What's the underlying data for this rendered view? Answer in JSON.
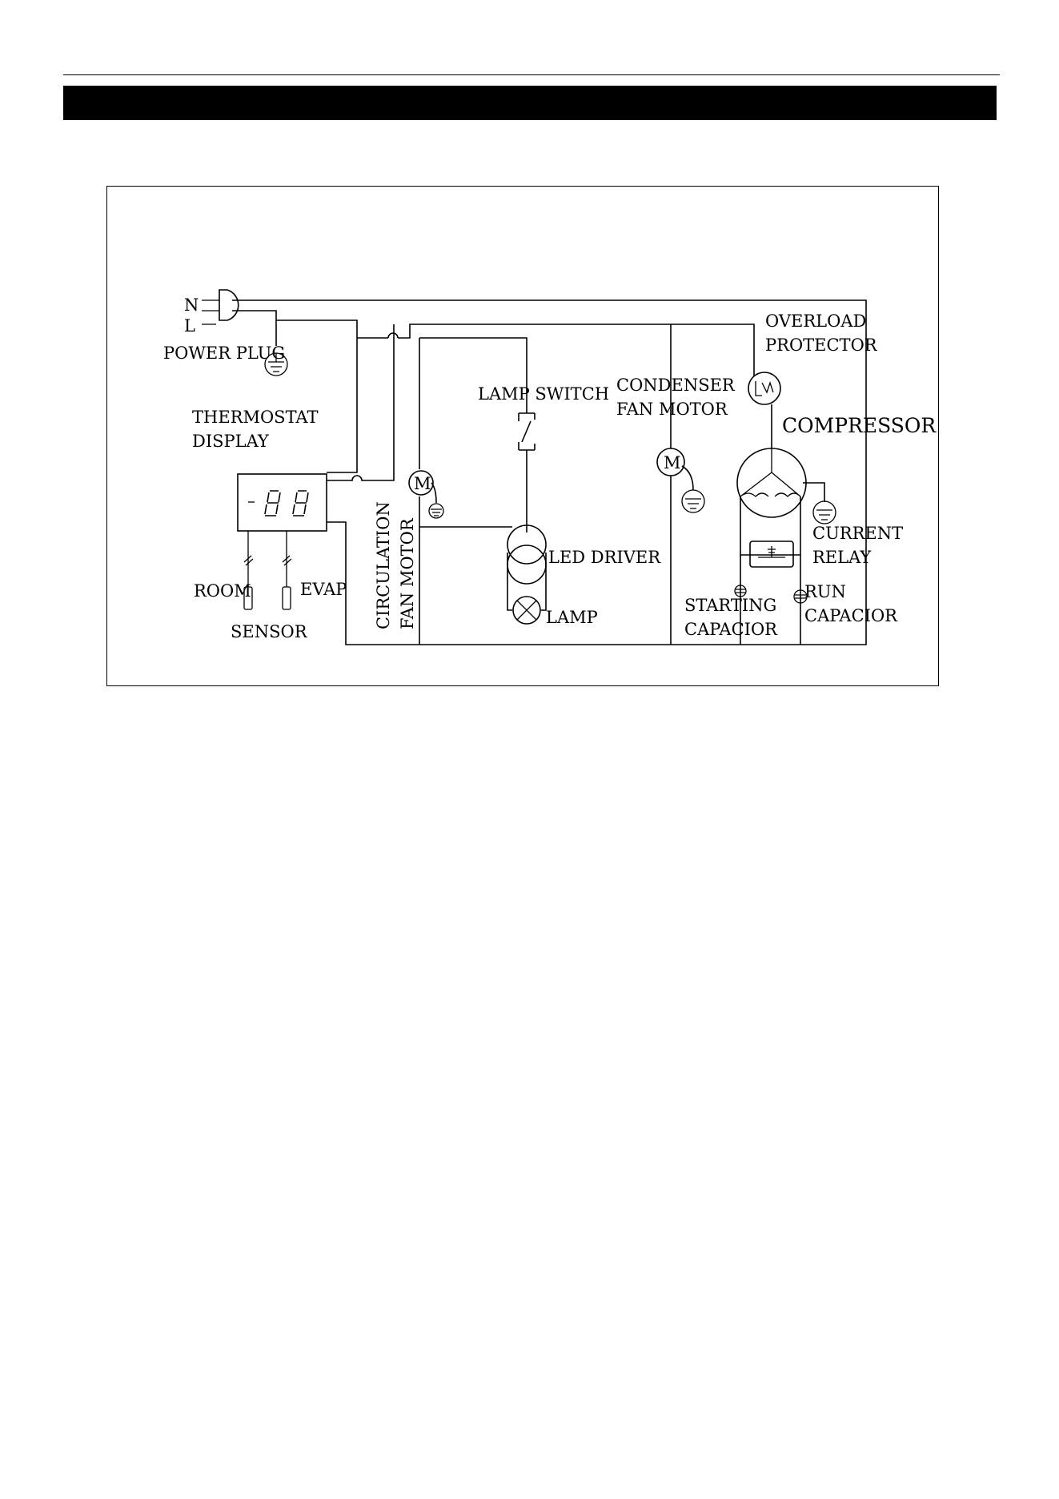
{
  "header": {
    "title": ""
  },
  "diagram": {
    "labels": {
      "n": "N",
      "l": "L",
      "power_plug": "POWER PLUG",
      "thermostat_display_1": "THERMOSTAT",
      "thermostat_display_2": "DISPLAY",
      "room": "ROOM",
      "evap": "EVAP",
      "sensor": "SENSOR",
      "circulation_1": "CIRCULATION",
      "circulation_2": "FAN MOTOR",
      "lamp_switch": "LAMP SWITCH",
      "led_driver": "LED DRIVER",
      "lamp": "LAMP",
      "condenser_1": "CONDENSER",
      "condenser_2": "FAN MOTOR",
      "overload_1": "OVERLOAD",
      "overload_2": "PROTECTOR",
      "compressor": "COMPRESSOR",
      "current_relay_1": "CURRENT",
      "current_relay_2": "RELAY",
      "starting_cap_1": "STARTING",
      "starting_cap_2": "CAPACIOR",
      "run_cap_1": "RUN",
      "run_cap_2": "CAPACIOR",
      "motor_m_1": "M",
      "motor_m_2": "M"
    }
  }
}
